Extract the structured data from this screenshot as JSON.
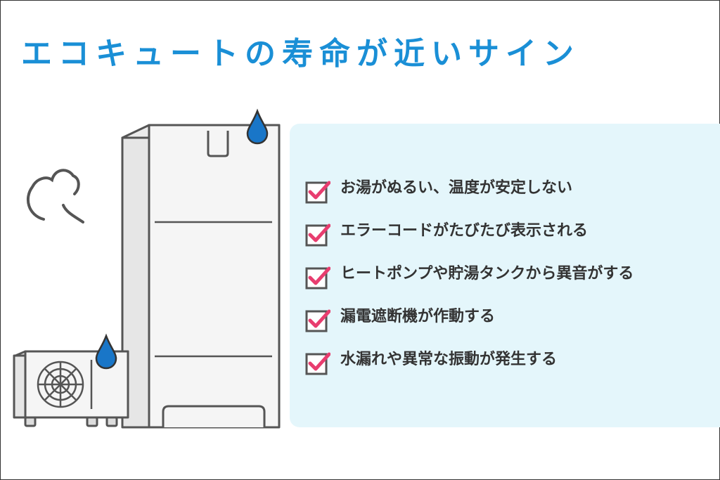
{
  "title": "エコキュートの寿命が近いサイン",
  "colors": {
    "title": "#1a8fd6",
    "panel": "#e4f6fb",
    "check_mark": "#e83d6f",
    "outline": "#555555",
    "water_drop": "#1976c8"
  },
  "icons": {
    "storage_tank": "storage-tank-icon",
    "heat_pump": "heat-pump-icon",
    "water_drop": "water-drop-icon",
    "steam": "steam-icon",
    "checkbox": "checkbox-checked-icon"
  },
  "checklist": [
    {
      "label": "お湯がぬるい、温度が安定しない"
    },
    {
      "label": "エラーコードがたびたび表示される"
    },
    {
      "label": "ヒートポンプや貯湯タンクから異音がする"
    },
    {
      "label": "漏電遮断機が作動する"
    },
    {
      "label": "水漏れや異常な振動が発生する"
    }
  ]
}
